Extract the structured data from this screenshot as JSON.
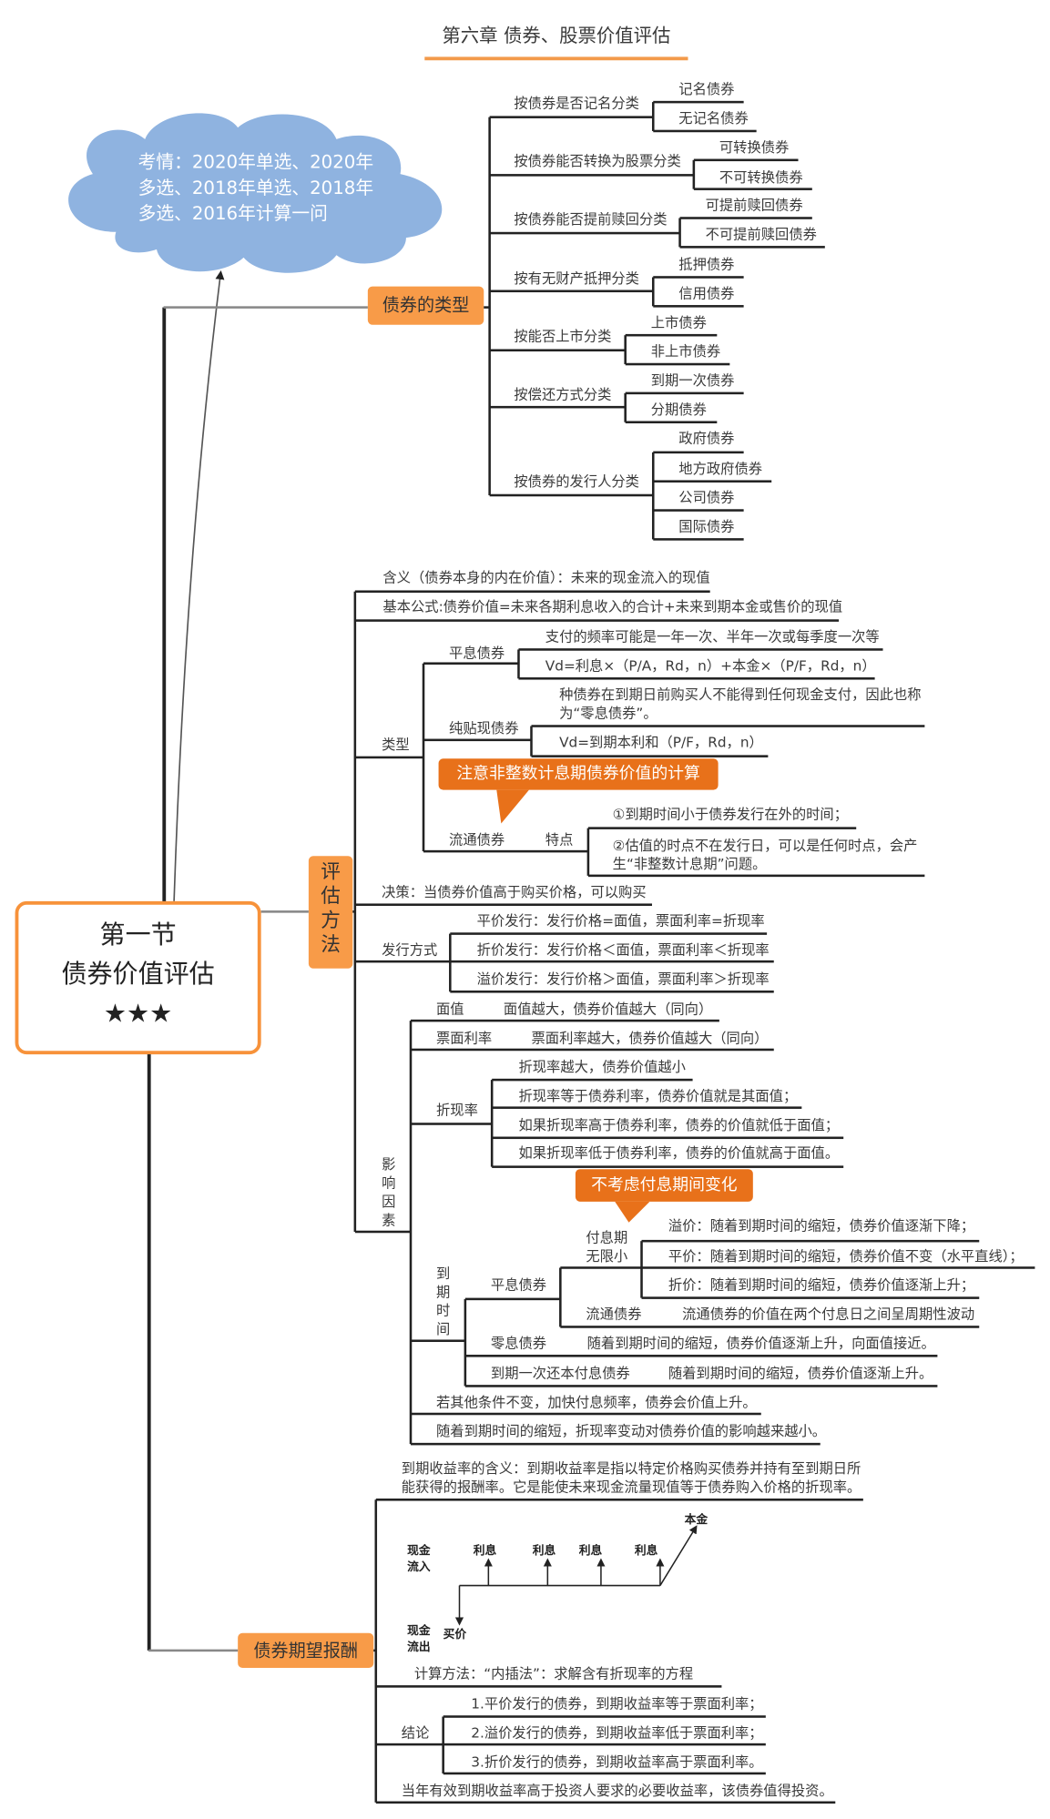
{
  "title": "第六章 债券、股票价值评估",
  "colors": {
    "accent": "#f89b48",
    "callout": "#e8711a",
    "cloud": "#8fb3e0",
    "line": "#222222"
  },
  "cloud": {
    "text": "考情：2020年单选、2020年\n多选、2018年单选、2018年\n多选、2016年计算一问"
  },
  "central": {
    "line1": "第一节",
    "line2": "债券价值评估",
    "stars": "★★★"
  },
  "bond_types": {
    "label": "债券的类型",
    "categories": [
      {
        "label": "按债券是否记名分类",
        "items": [
          "记名债券",
          "无记名债券"
        ]
      },
      {
        "label": "按债券能否转换为股票分类",
        "items": [
          "可转换债券",
          "不可转换债券"
        ]
      },
      {
        "label": "按债券能否提前赎回分类",
        "items": [
          "可提前赎回债券",
          "不可提前赎回债券"
        ]
      },
      {
        "label": "按有无财产抵押分类",
        "items": [
          "抵押债券",
          "信用债券"
        ]
      },
      {
        "label": "按能否上市分类",
        "items": [
          "上市债券",
          "非上市债券"
        ]
      },
      {
        "label": "按偿还方式分类",
        "items": [
          "到期一次债券",
          "分期债券"
        ]
      },
      {
        "label": "按债券的发行人分类",
        "items": [
          "政府债券",
          "地方政府债券",
          "公司债券",
          "国际债券"
        ]
      }
    ]
  },
  "valuation": {
    "label": "评估方法",
    "meaning": "含义（债券本身的内在价值）：未来的现金流入的现值",
    "formula": "基本公式:债券价值=未来各期利息收入的合计+未来到期本金或售价的现值",
    "types": {
      "label": "类型",
      "level": {
        "label": "平息债券",
        "items": [
          "支付的频率可能是一年一次、半年一次或每季度一次等",
          "Vd=利息×（P/A，Rd，n）+本金×（P/F，Rd，n）"
        ]
      },
      "zero": {
        "label": "纯贴现债券",
        "items": [
          "种债券在到期日前购买人不能得到任何现金支付，因此也称\n为“零息债券”。",
          "Vd=到期本利和（P/F，Rd，n）"
        ]
      },
      "callout": "注意非整数计息期债券价值的计算",
      "circulating": {
        "label": "流通债券",
        "sub": "特点",
        "items": [
          "①到期时间小于债券发行在外的时间；",
          "②估值的时点不在发行日，可以是任何时点，会产\n生“非整数计息期”问题。"
        ]
      }
    },
    "decision": "决策：当债券价值高于购买价格，可以购买",
    "issuance": {
      "label": "发行方式",
      "items": [
        "平价发行：发行价格=面值，票面利率=折现率",
        "折价发行：发行价格＜面值，票面利率＜折现率",
        "溢价发行：发行价格＞面值，票面利率＞折现率"
      ]
    },
    "factors": {
      "label": "影响因素",
      "face": {
        "label": "面值",
        "value": "面值越大，债券价值越大（同向）"
      },
      "coupon": {
        "label": "票面利率",
        "value": "票面利率越大，债券价值越大（同向）"
      },
      "discount": {
        "label": "折现率",
        "items": [
          "折现率越大，债券价值越小",
          "折现率等于债券利率，债券价值就是其面值；",
          "如果折现率高于债券利率，债券的价值就低于面值；",
          "如果折现率低于债券利率，债券的价值就高于面值。"
        ]
      },
      "callout": "不考虑付息期间变化",
      "maturity": {
        "label": "到期时间",
        "level": {
          "label": "平息债券",
          "infinite": {
            "label": "付息期\n无限小",
            "items": [
              "溢价：随着到期时间的缩短，债券价值逐渐下降；",
              "平价：随着到期时间的缩短，债券价值不变（水平直线）；",
              "折价：随着到期时间的缩短，债券价值逐渐上升；"
            ]
          },
          "circulating": {
            "label": "流通债券",
            "value": "流通债券的价值在两个付息日之间呈周期性波动"
          }
        },
        "zero": {
          "label": "零息债券",
          "value": "随着到期时间的缩短，债券价值逐渐上升，向面值接近。"
        },
        "lump": {
          "label": "到期一次还本付息债券",
          "value": "随着到期时间的缩短，债券价值逐渐上升。"
        }
      },
      "frequency": "若其他条件不变，加快付息频率，债券会价值上升。",
      "sensitivity": "随着到期时间的缩短，折现率变动对债券价值的影响越来越小。"
    }
  },
  "expected_return": {
    "label": "债券期望报酬",
    "meaning": "到期收益率的含义：到期收益率是指以特定价格购买债券并持有至到期日所\n能获得的报酬率。它是能使未来现金流量现值等于债券购入价格的折现率。",
    "diagram": {
      "inflow": "现金\n流入",
      "outflow": "现金\n流出",
      "price": "买价",
      "interest": [
        "利息",
        "利息",
        "利息",
        "利息"
      ],
      "principal": "本金"
    },
    "method": "计算方法：“内插法”：求解含有折现率的方程",
    "conclusion": {
      "label": "结论",
      "items": [
        "1.平价发行的债券，到期收益率等于票面利率；",
        "2.溢价发行的债券，到期收益率低于票面利率；",
        "3.折价发行的债券，到期收益率高于票面利率。"
      ]
    },
    "decision": "当年有效到期收益率高于投资人要求的必要收益率，该债券值得投资。"
  }
}
